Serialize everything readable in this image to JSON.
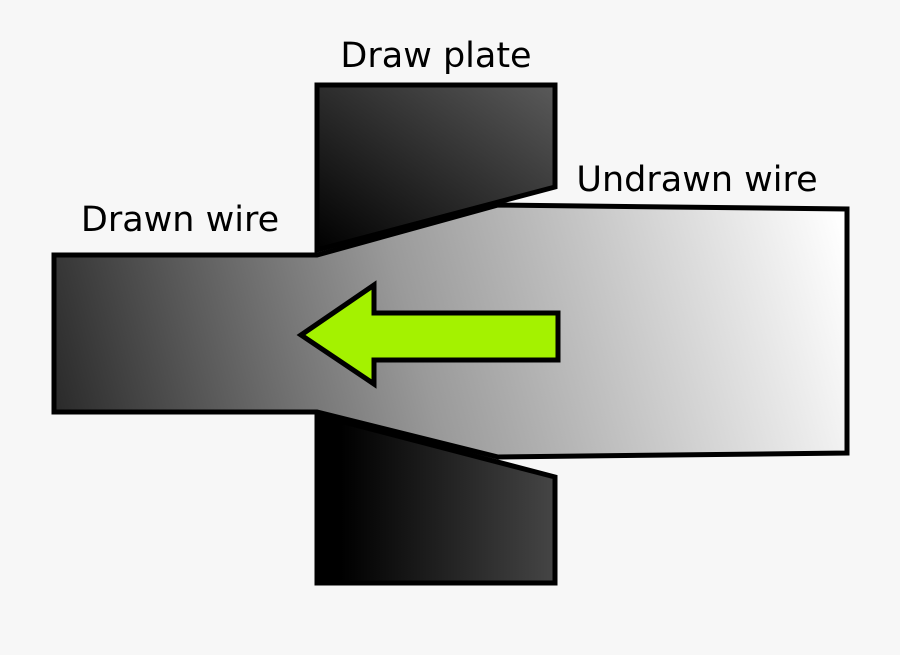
{
  "background_color": "#f7f7f7",
  "labels": {
    "draw_plate": "Draw plate",
    "undrawn_wire": "Undrawn wire",
    "drawn_wire": "Drawn wire"
  },
  "colors": {
    "outline": "#000000",
    "plate_dark": "#000000",
    "plate_light": "#5a5a5a",
    "wire_dark": "#2b2b2b",
    "wire_mid": "#9a9a9a",
    "wire_light": "#ffffff",
    "arrow": "#a4f200"
  },
  "icons": {
    "direction_arrow": "arrow-left-icon"
  }
}
